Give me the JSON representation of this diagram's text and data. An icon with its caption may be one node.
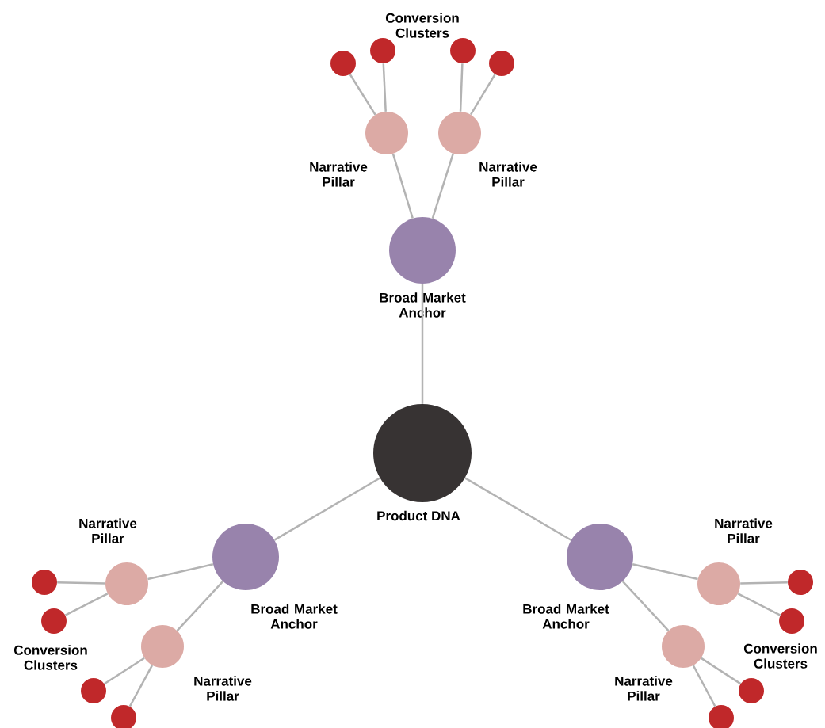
{
  "diagram": {
    "nodes": [
      {
        "text": [
          "Product DNA"
        ]
      },
      {
        "text": [
          "Broad Market Anchor"
        ]
      },
      {
        "text": [
          "Narrative Pillar"
        ]
      },
      {
        "text": [
          "Narrative Pillar"
        ]
      },
      {
        "text": [],
        "shape": "circle"
      },
      {
        "text": [],
        "shape": "circle"
      },
      {
        "text": [],
        "shape": "circle"
      },
      {
        "text": [],
        "shape": "circle"
      },
      {
        "text": [
          "Broad Market Anchor"
        ]
      },
      {
        "text": [
          "Narrative Pillar"
        ]
      },
      {
        "text": [],
        "shape": "circle"
      },
      {
        "text": [],
        "shape": "circle"
      },
      {
        "text": [
          "Narrative Pillar"
        ]
      },
      {
        "text": [],
        "shape": "circle"
      },
      {
        "text": [],
        "shape": "circle"
      },
      {
        "text": [
          "Broad Market Anchor"
        ]
      },
      {
        "text": [
          "Narrative Pillar"
        ]
      },
      {
        "text": [],
        "shape": "circle"
      },
      {
        "text": [],
        "shape": "circle"
      },
      {
        "text": [
          "Narrative Pillar"
        ]
      },
      {
        "text": [],
        "shape": "circle"
      },
      {
        "text": [],
        "shape": "circle"
      }
    ],
    "edges": [
      {
        "from": 0,
        "to": 1,
        "arrow": "none"
      },
      {
        "from": 1,
        "to": 2,
        "arrow": "none"
      },
      {
        "from": 1,
        "to": 3,
        "arrow": "none"
      },
      {
        "from": 2,
        "to": 4,
        "arrow": "none"
      },
      {
        "from": 2,
        "to": 5,
        "arrow": "none"
      },
      {
        "from": 3,
        "to": 6,
        "arrow": "none"
      },
      {
        "from": 3,
        "to": 7,
        "arrow": "none"
      },
      {
        "from": 0,
        "to": 8,
        "arrow": "none"
      },
      {
        "from": 8,
        "to": 9,
        "arrow": "none"
      },
      {
        "from": 9,
        "to": 10,
        "arrow": "none"
      },
      {
        "from": 9,
        "to": 11,
        "arrow": "none"
      },
      {
        "from": 8,
        "to": 12,
        "arrow": "none"
      },
      {
        "from": 12,
        "to": 13,
        "arrow": "none"
      },
      {
        "from": 12,
        "to": 14,
        "arrow": "none"
      },
      {
        "from": 0,
        "to": 15,
        "arrow": "none"
      },
      {
        "from": 15,
        "to": 16,
        "arrow": "none"
      },
      {
        "from": 16,
        "to": 17,
        "arrow": "none"
      },
      {
        "from": 16,
        "to": 18,
        "arrow": "none"
      },
      {
        "from": 15,
        "to": 19,
        "arrow": "none"
      },
      {
        "from": 19,
        "to": 20,
        "arrow": "none"
      },
      {
        "from": 19,
        "to": 21,
        "arrow": "none"
      }
    ],
    "labels": [
      "Conversion Clusters",
      "Conversion Clusters",
      "Conversion Clusters"
    ]
  }
}
